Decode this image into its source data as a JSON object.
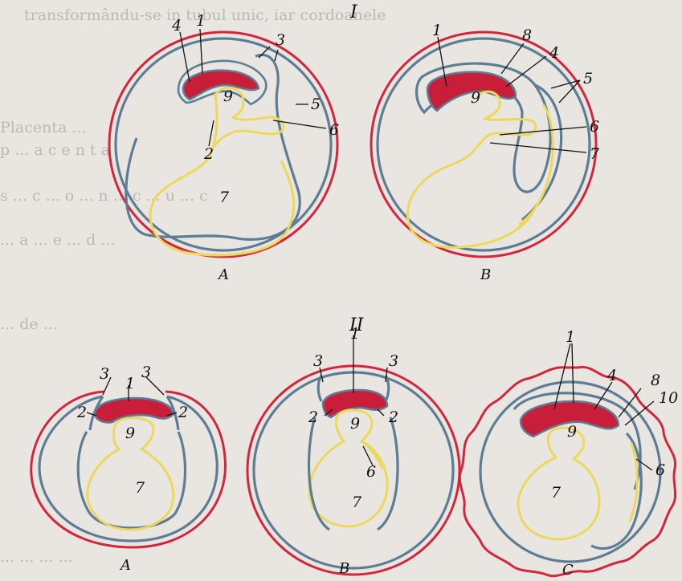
{
  "background_text": [
    "transformându-se in tubul unic, iar cordoanele",
    "Placenta ...",
    "p ... a c e n t a",
    "s ... c ... o ... n ... c ... u ... c",
    "... a ... e ... d ...",
    "... de ...",
    "... ... ... ..."
  ],
  "section_labels": {
    "top": "I",
    "bottom": "II"
  },
  "captions": {
    "a": "A",
    "b": "B",
    "c": "C"
  },
  "labels": {
    "n1": "1",
    "n2": "2",
    "n3": "3",
    "n4": "4",
    "n5": "5",
    "n6": "6",
    "n7": "7",
    "n8": "8",
    "n9": "9",
    "n10": "10"
  },
  "colors": {
    "chorion_red": "#d4263b",
    "amnion_blue": "#5d7d95",
    "endoderm_yellow": "#ecd85a",
    "embryo_red": "#c81e3a"
  }
}
